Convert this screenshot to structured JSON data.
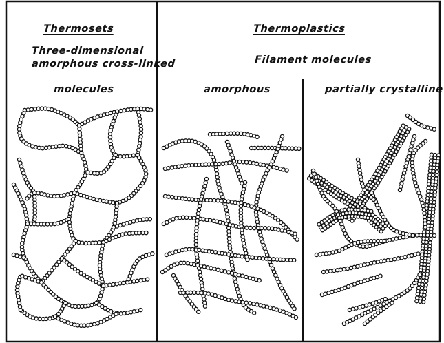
{
  "headings": {
    "thermosets": "Thermosets",
    "thermoplastics": "Thermoplastics"
  },
  "thermosets": {
    "description_line1": "Three-dimensional",
    "description_line2": "amorphous cross-linked",
    "description_line3": "molecules"
  },
  "thermoplastics": {
    "subtitle": "Filament molecules",
    "amorphous": "amorphous",
    "partially_crystalline": "partially crystalline"
  },
  "colors": {
    "line": "#111111",
    "bead_fill": "#ffffff",
    "bead_stroke": "#111111"
  }
}
